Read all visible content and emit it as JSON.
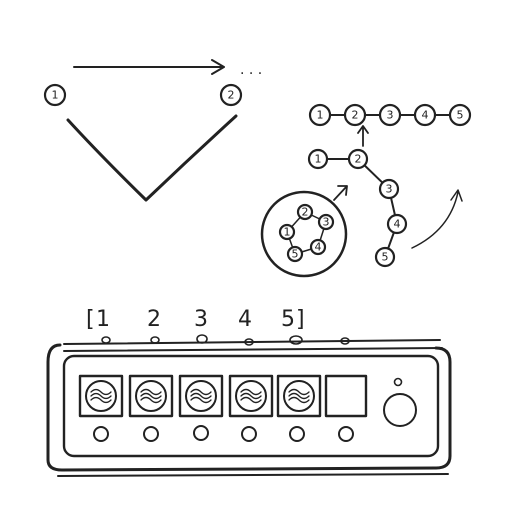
{
  "top_left": {
    "node_a": "1",
    "node_b": "2",
    "ellipsis": ". . ."
  },
  "ring": {
    "nodes": [
      "1",
      "2",
      "3",
      "4",
      "5"
    ]
  },
  "chain": {
    "top_row": [
      "1",
      "2",
      "3",
      "4",
      "5"
    ],
    "unrolled": [
      "1",
      "2",
      "3",
      "4",
      "5"
    ]
  },
  "device": {
    "bracket_open": "[",
    "bracket_close": "]",
    "slot_labels": [
      "1",
      "2",
      "3",
      "4",
      "5"
    ],
    "filled_slots": 5,
    "total_slots": 6
  }
}
